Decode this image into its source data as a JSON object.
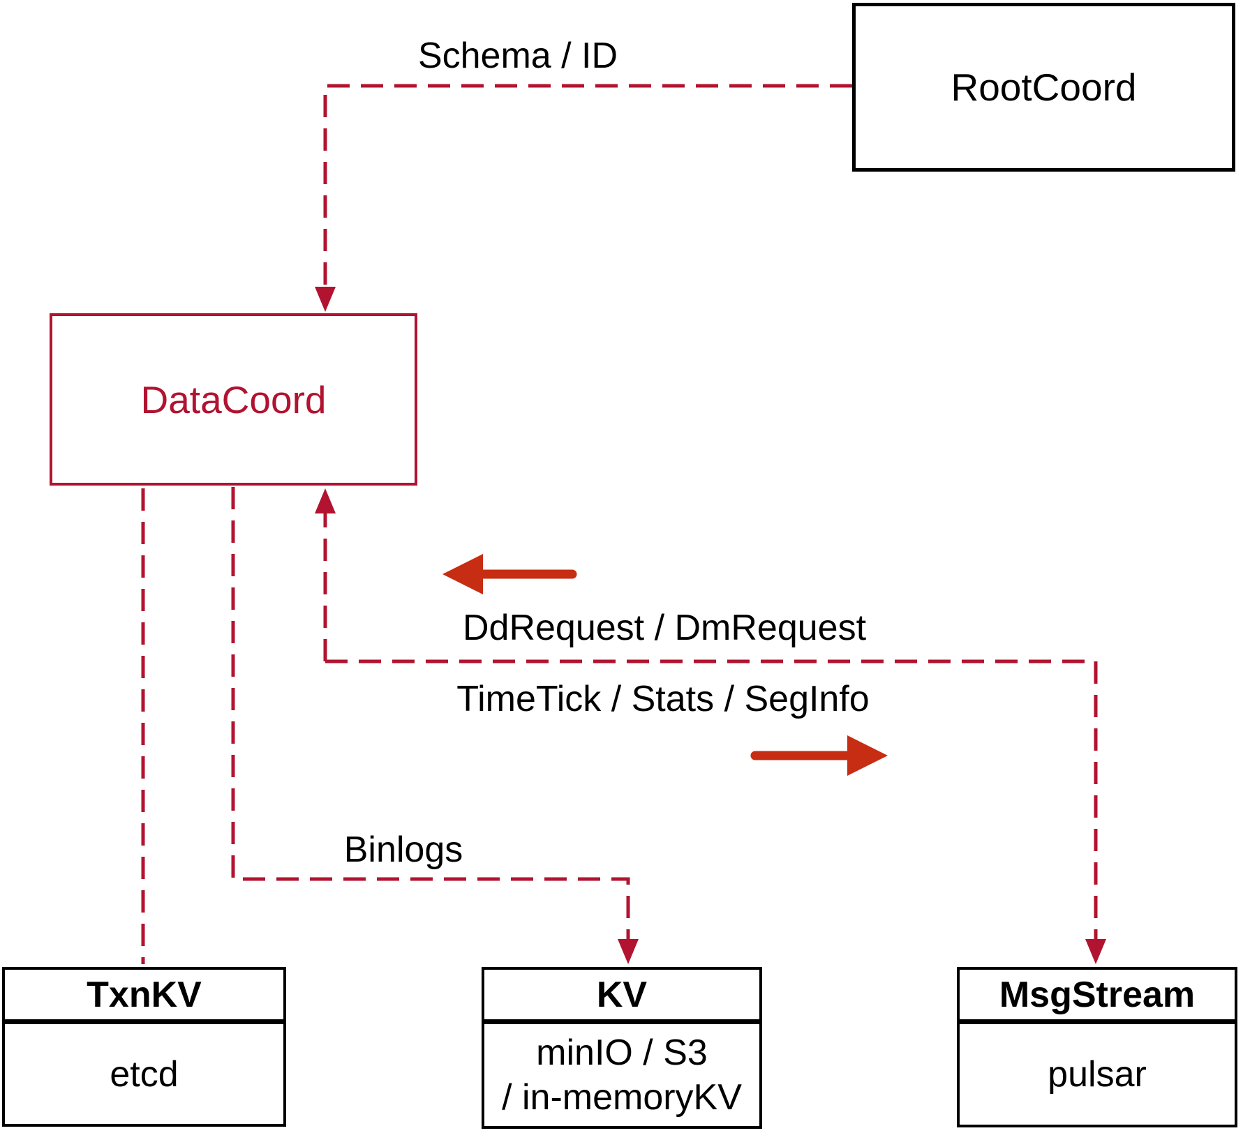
{
  "nodes": {
    "rootcoord": {
      "label": "RootCoord"
    },
    "datacoord": {
      "label": "DataCoord"
    },
    "txnkv": {
      "title": "TxnKV",
      "body": "etcd"
    },
    "kv": {
      "title": "KV",
      "body_line1": "minIO / S3",
      "body_line2": "/ in-memoryKV"
    },
    "msgstream": {
      "title": "MsgStream",
      "body": "pulsar"
    }
  },
  "edge_labels": {
    "schema_id": "Schema / ID",
    "dd_request": "DdRequest / DmRequest",
    "time_tick": "TimeTick / Stats / SegInfo",
    "binlogs": "Binlogs"
  },
  "colors": {
    "dashed_line": "#B11330",
    "solid_arrow": "#C62D12",
    "box_border": "#000000",
    "canvas_bg": "#FFFFFF"
  }
}
